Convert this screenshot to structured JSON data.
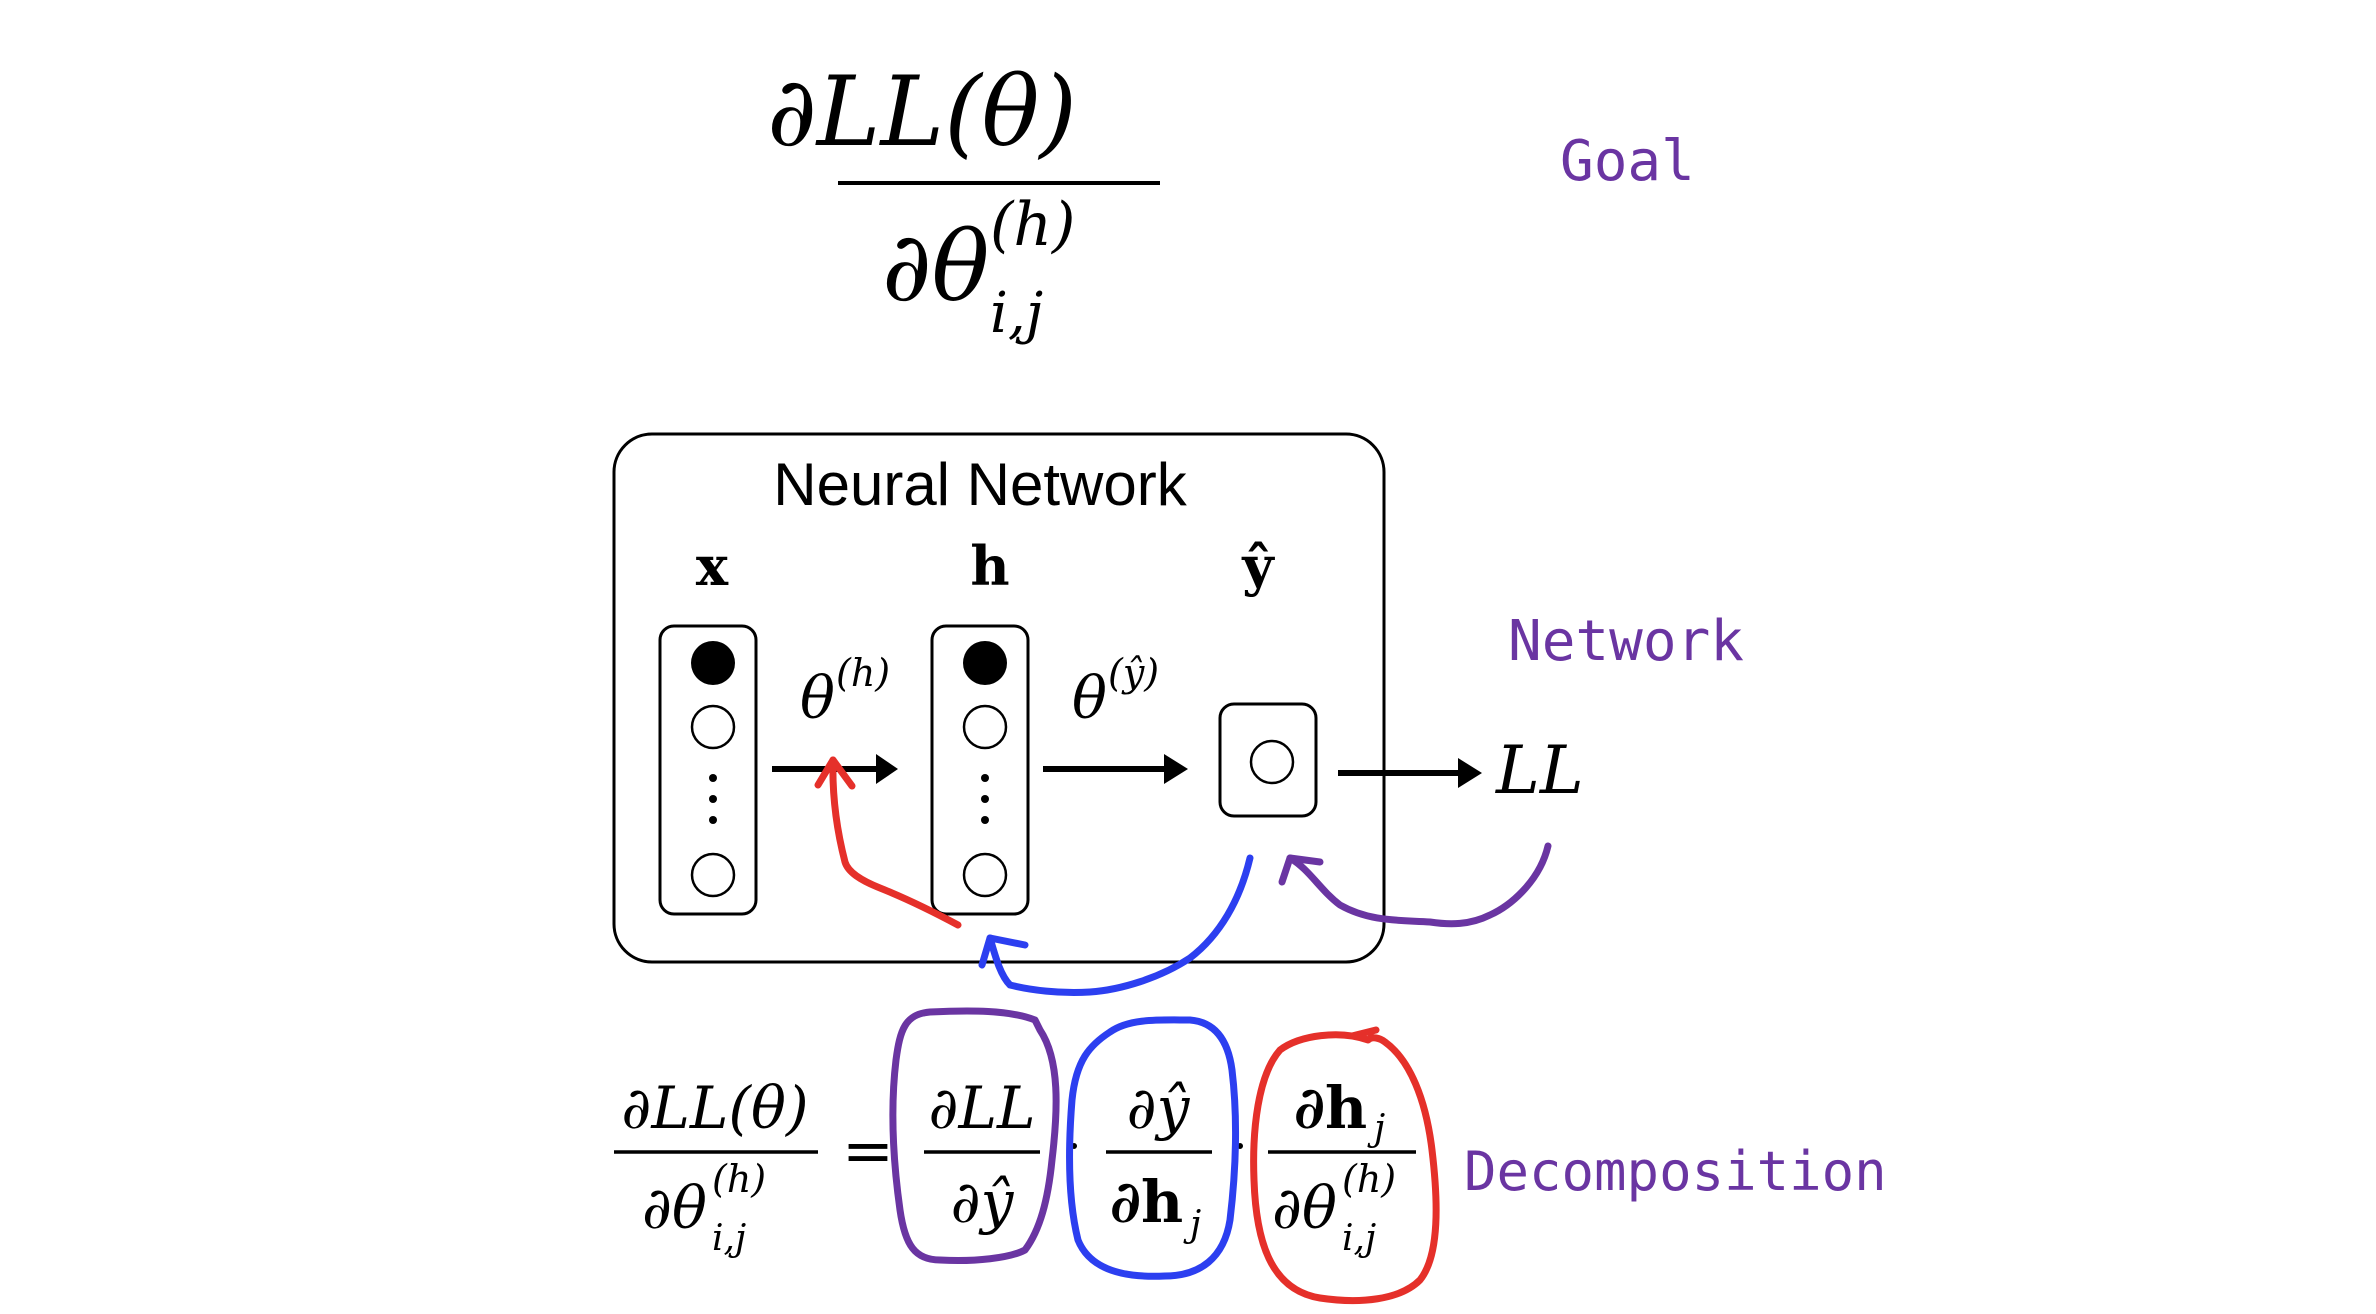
{
  "goal": {
    "label": "Goal",
    "numerator": "∂LL(θ)",
    "den_symbol": "∂θ",
    "den_superscript": "(h)",
    "den_subscript": "i,j"
  },
  "network": {
    "label": "Network",
    "box_title": "Neural Network",
    "input_label": "x",
    "hidden_label": "h",
    "output_label": "ŷ",
    "theta_h_symbol": "θ",
    "theta_h_superscript": "(h)",
    "theta_y_symbol": "θ",
    "theta_y_superscript": "(ŷ)",
    "loss_label": "LL"
  },
  "decomposition": {
    "label": "Decomposition",
    "lhs_numerator": "∂LL(θ)",
    "lhs_den_symbol": "∂θ",
    "lhs_den_superscript": "(h)",
    "lhs_den_subscript": "i,j",
    "equals": "=",
    "term1_numerator": "∂LL",
    "term1_denominator": "∂ŷ",
    "dot1": "·",
    "term2_numerator": "∂ŷ",
    "term2_den_symbol": "∂h",
    "term2_den_subscript": "j",
    "dot2": "·",
    "term3_num_symbol": "∂h",
    "term3_num_subscript": "j",
    "term3_den_symbol": "∂θ",
    "term3_den_superscript": "(h)",
    "term3_den_subscript": "i,j"
  },
  "colors": {
    "annotation_purple": "#6a35a2",
    "annotation_blue": "#2c3ff0",
    "annotation_red": "#e5302a",
    "ink": "#000000"
  }
}
